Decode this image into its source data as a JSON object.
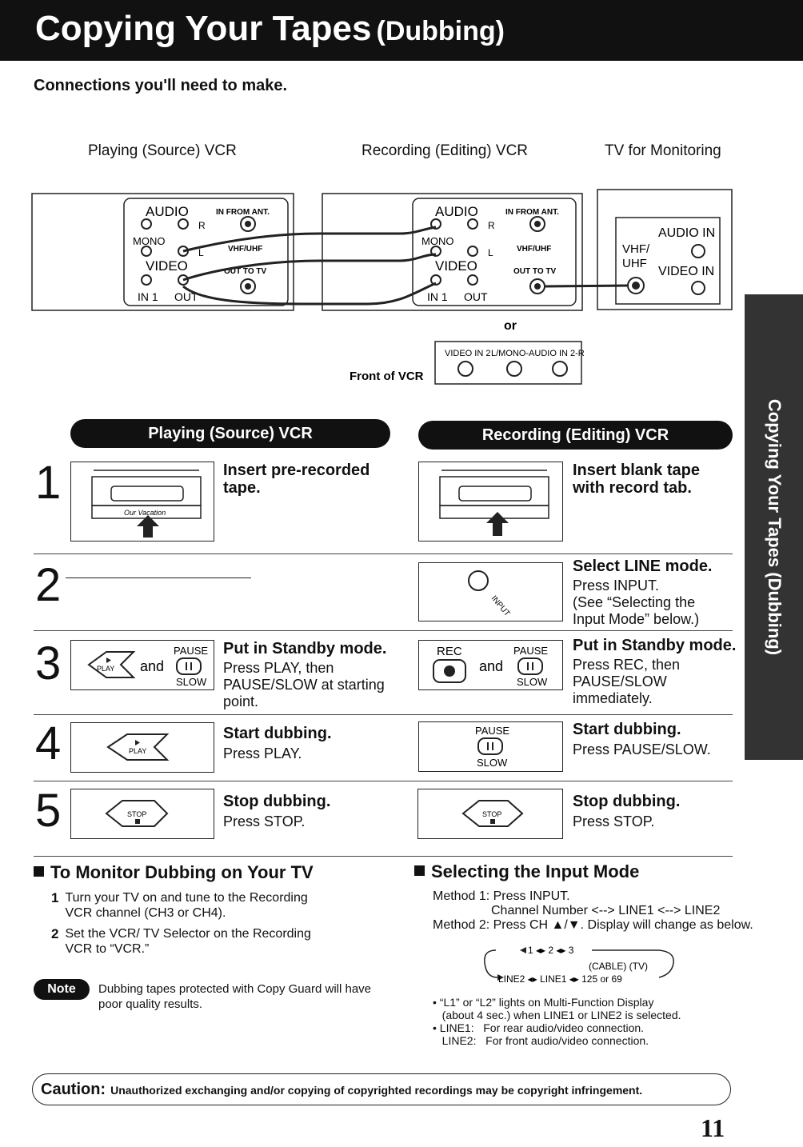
{
  "header": {
    "title": "Copying Your Tapes",
    "subtitle": "(Dubbing)"
  },
  "connections_heading": "Connections you'll need to make.",
  "diagram": {
    "source_vcr": "Playing (Source) VCR",
    "recording_vcr": "Recording (Editing) VCR",
    "tv": "TV for Monitoring",
    "audio": "AUDIO",
    "mono": "MONO",
    "video": "VIDEO",
    "r": "R",
    "l": "L",
    "in_from_ant": "IN FROM ANT.",
    "vhf_uhf": "VHF/UHF",
    "out_to_tv": "OUT TO TV",
    "in1": "IN 1",
    "out": "OUT",
    "audio_in": "AUDIO IN",
    "video_in": "VIDEO IN",
    "vhf": "VHF/",
    "uhf": "UHF",
    "or": "or",
    "front_of_vcr": "Front of VCR",
    "video_in2": "VIDEO IN 2",
    "mono_audio_in2": "L/MONO-AUDIO IN 2-R"
  },
  "side_tab": "Copying Your Tapes (Dubbing)",
  "columns": {
    "left": "Playing (Source) VCR",
    "right": "Recording (Editing) VCR"
  },
  "labels": {
    "pause": "PAUSE",
    "slow": "SLOW",
    "play": "PLAY",
    "stop": "STOP",
    "rec": "REC",
    "and": "and",
    "input": "INPUT",
    "our_vacation": "Our Vacation"
  },
  "steps": [
    {
      "num": "1",
      "left": {
        "title": "Insert pre-recorded",
        "title2": "tape.",
        "desc": []
      },
      "right": {
        "title": "Insert blank tape",
        "title2": "with record tab.",
        "desc": []
      }
    },
    {
      "num": "2",
      "right": {
        "title": "Select LINE mode.",
        "desc": [
          "Press INPUT.",
          "(See “Selecting the",
          "Input Mode” below.)"
        ]
      }
    },
    {
      "num": "3",
      "left": {
        "title": "Put in Standby mode.",
        "desc": [
          "Press PLAY, then",
          "PAUSE/SLOW at starting",
          "point."
        ]
      },
      "right": {
        "title": "Put in Standby mode.",
        "desc": [
          "Press REC, then",
          "PAUSE/SLOW",
          "immediately."
        ]
      }
    },
    {
      "num": "4",
      "left": {
        "title": "Start dubbing.",
        "desc": [
          "Press PLAY."
        ]
      },
      "right": {
        "title": "Start dubbing.",
        "desc": [
          "Press PAUSE/SLOW."
        ]
      }
    },
    {
      "num": "5",
      "left": {
        "title": "Stop dubbing.",
        "desc": [
          "Press STOP."
        ]
      },
      "right": {
        "title": "Stop dubbing.",
        "desc": [
          "Press STOP."
        ]
      }
    }
  ],
  "monitor": {
    "title": "To Monitor Dubbing on Your TV",
    "items": [
      {
        "num": "1",
        "lines": [
          "Turn your TV on and tune to the Recording",
          "VCR channel (CH3 or CH4)."
        ]
      },
      {
        "num": "2",
        "lines": [
          "Set the VCR/ TV Selector on the Recording",
          "VCR to “VCR.”"
        ]
      }
    ]
  },
  "note": {
    "label": "Note",
    "lines": [
      "Dubbing tapes protected with Copy Guard will have",
      "poor quality results."
    ]
  },
  "input_mode": {
    "title": "Selecting the Input Mode",
    "method1": "Method 1: Press INPUT.",
    "method1_detail": "Channel Number <--> LINE1 <--> LINE2",
    "method2": "Method 2:  Press CH ▲/▼. Display will change as below.",
    "cycle_top": "1 ◂▸ 2 ◂▸ 3",
    "cycle_cable": "(CABLE) (TV)",
    "cycle_bottom": "LINE2 ◂▸ LINE1 ◂▸ 125  or  69",
    "bullets": [
      "• “L1” or “L2” lights on Multi-Function Display",
      "   (about 4 sec.) when LINE1 or LINE2 is selected.",
      "• LINE1:   For rear audio/video connection.",
      "   LINE2:   For front audio/video connection."
    ]
  },
  "caution": {
    "label": "Caution:",
    "text": "Unauthorized exchanging and/or copying of copyrighted recordings may be copyright infringement."
  },
  "page_number": "11"
}
